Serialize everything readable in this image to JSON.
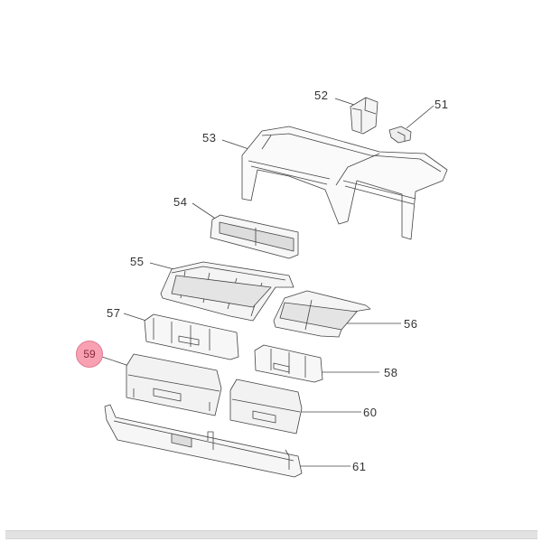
{
  "diagram": {
    "type": "exploded-parts-diagram",
    "highlighted_part": "59",
    "highlight_color": "#f7a1b3",
    "parts": [
      {
        "id": "51",
        "label": "51"
      },
      {
        "id": "52",
        "label": "52"
      },
      {
        "id": "53",
        "label": "53"
      },
      {
        "id": "54",
        "label": "54"
      },
      {
        "id": "55",
        "label": "55"
      },
      {
        "id": "56",
        "label": "56"
      },
      {
        "id": "57",
        "label": "57"
      },
      {
        "id": "58",
        "label": "58"
      },
      {
        "id": "59",
        "label": "59"
      },
      {
        "id": "60",
        "label": "60"
      },
      {
        "id": "61",
        "label": "61"
      }
    ]
  }
}
